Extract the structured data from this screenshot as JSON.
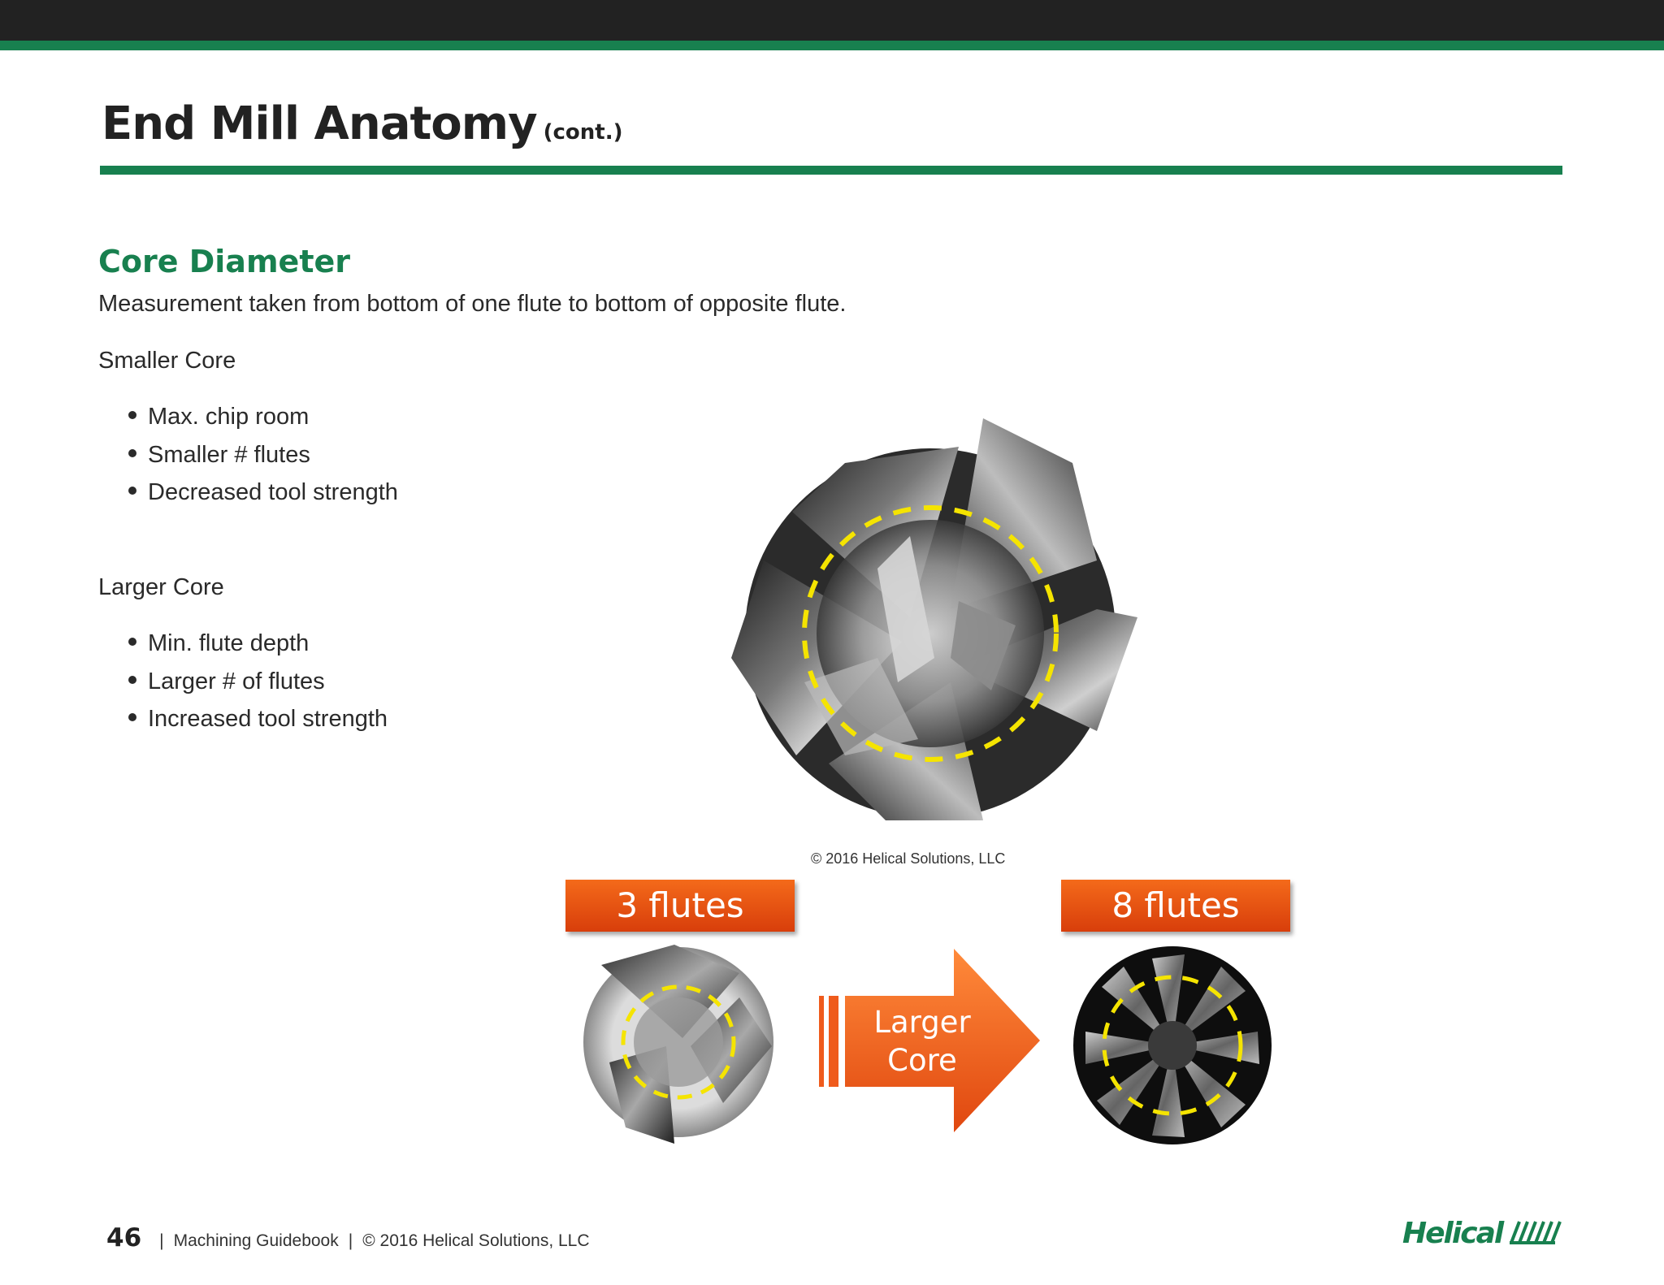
{
  "header": {
    "title": "End Mill Anatomy",
    "subtitle": "(cont.)"
  },
  "section": {
    "heading": "Core Diameter",
    "description": "Measurement  taken from bottom of one flute to bottom of opposite flute."
  },
  "smaller_core": {
    "label": "Smaller Core",
    "bullets": [
      "Max. chip room",
      "Smaller # flutes",
      "Decreased tool strength"
    ]
  },
  "larger_core": {
    "label": "Larger Core",
    "bullets": [
      "Min. flute depth",
      "Larger # of flutes",
      "Increased tool strength"
    ]
  },
  "figure": {
    "copyright": "© 2016 Helical Solutions, LLC",
    "left_label": "3 flutes",
    "right_label": "8 flutes",
    "arrow_line1": "Larger",
    "arrow_line2": "Core"
  },
  "footer": {
    "page_number": "46",
    "book": "Machining Guidebook",
    "copyright": "© 2016 Helical Solutions, LLC",
    "separator": "|"
  },
  "logo": {
    "text": "Helical"
  },
  "colors": {
    "brand_green": "#18804f",
    "top_bar": "#222222",
    "label_orange": "#e9541a",
    "dashed_yellow": "#f5e400"
  }
}
